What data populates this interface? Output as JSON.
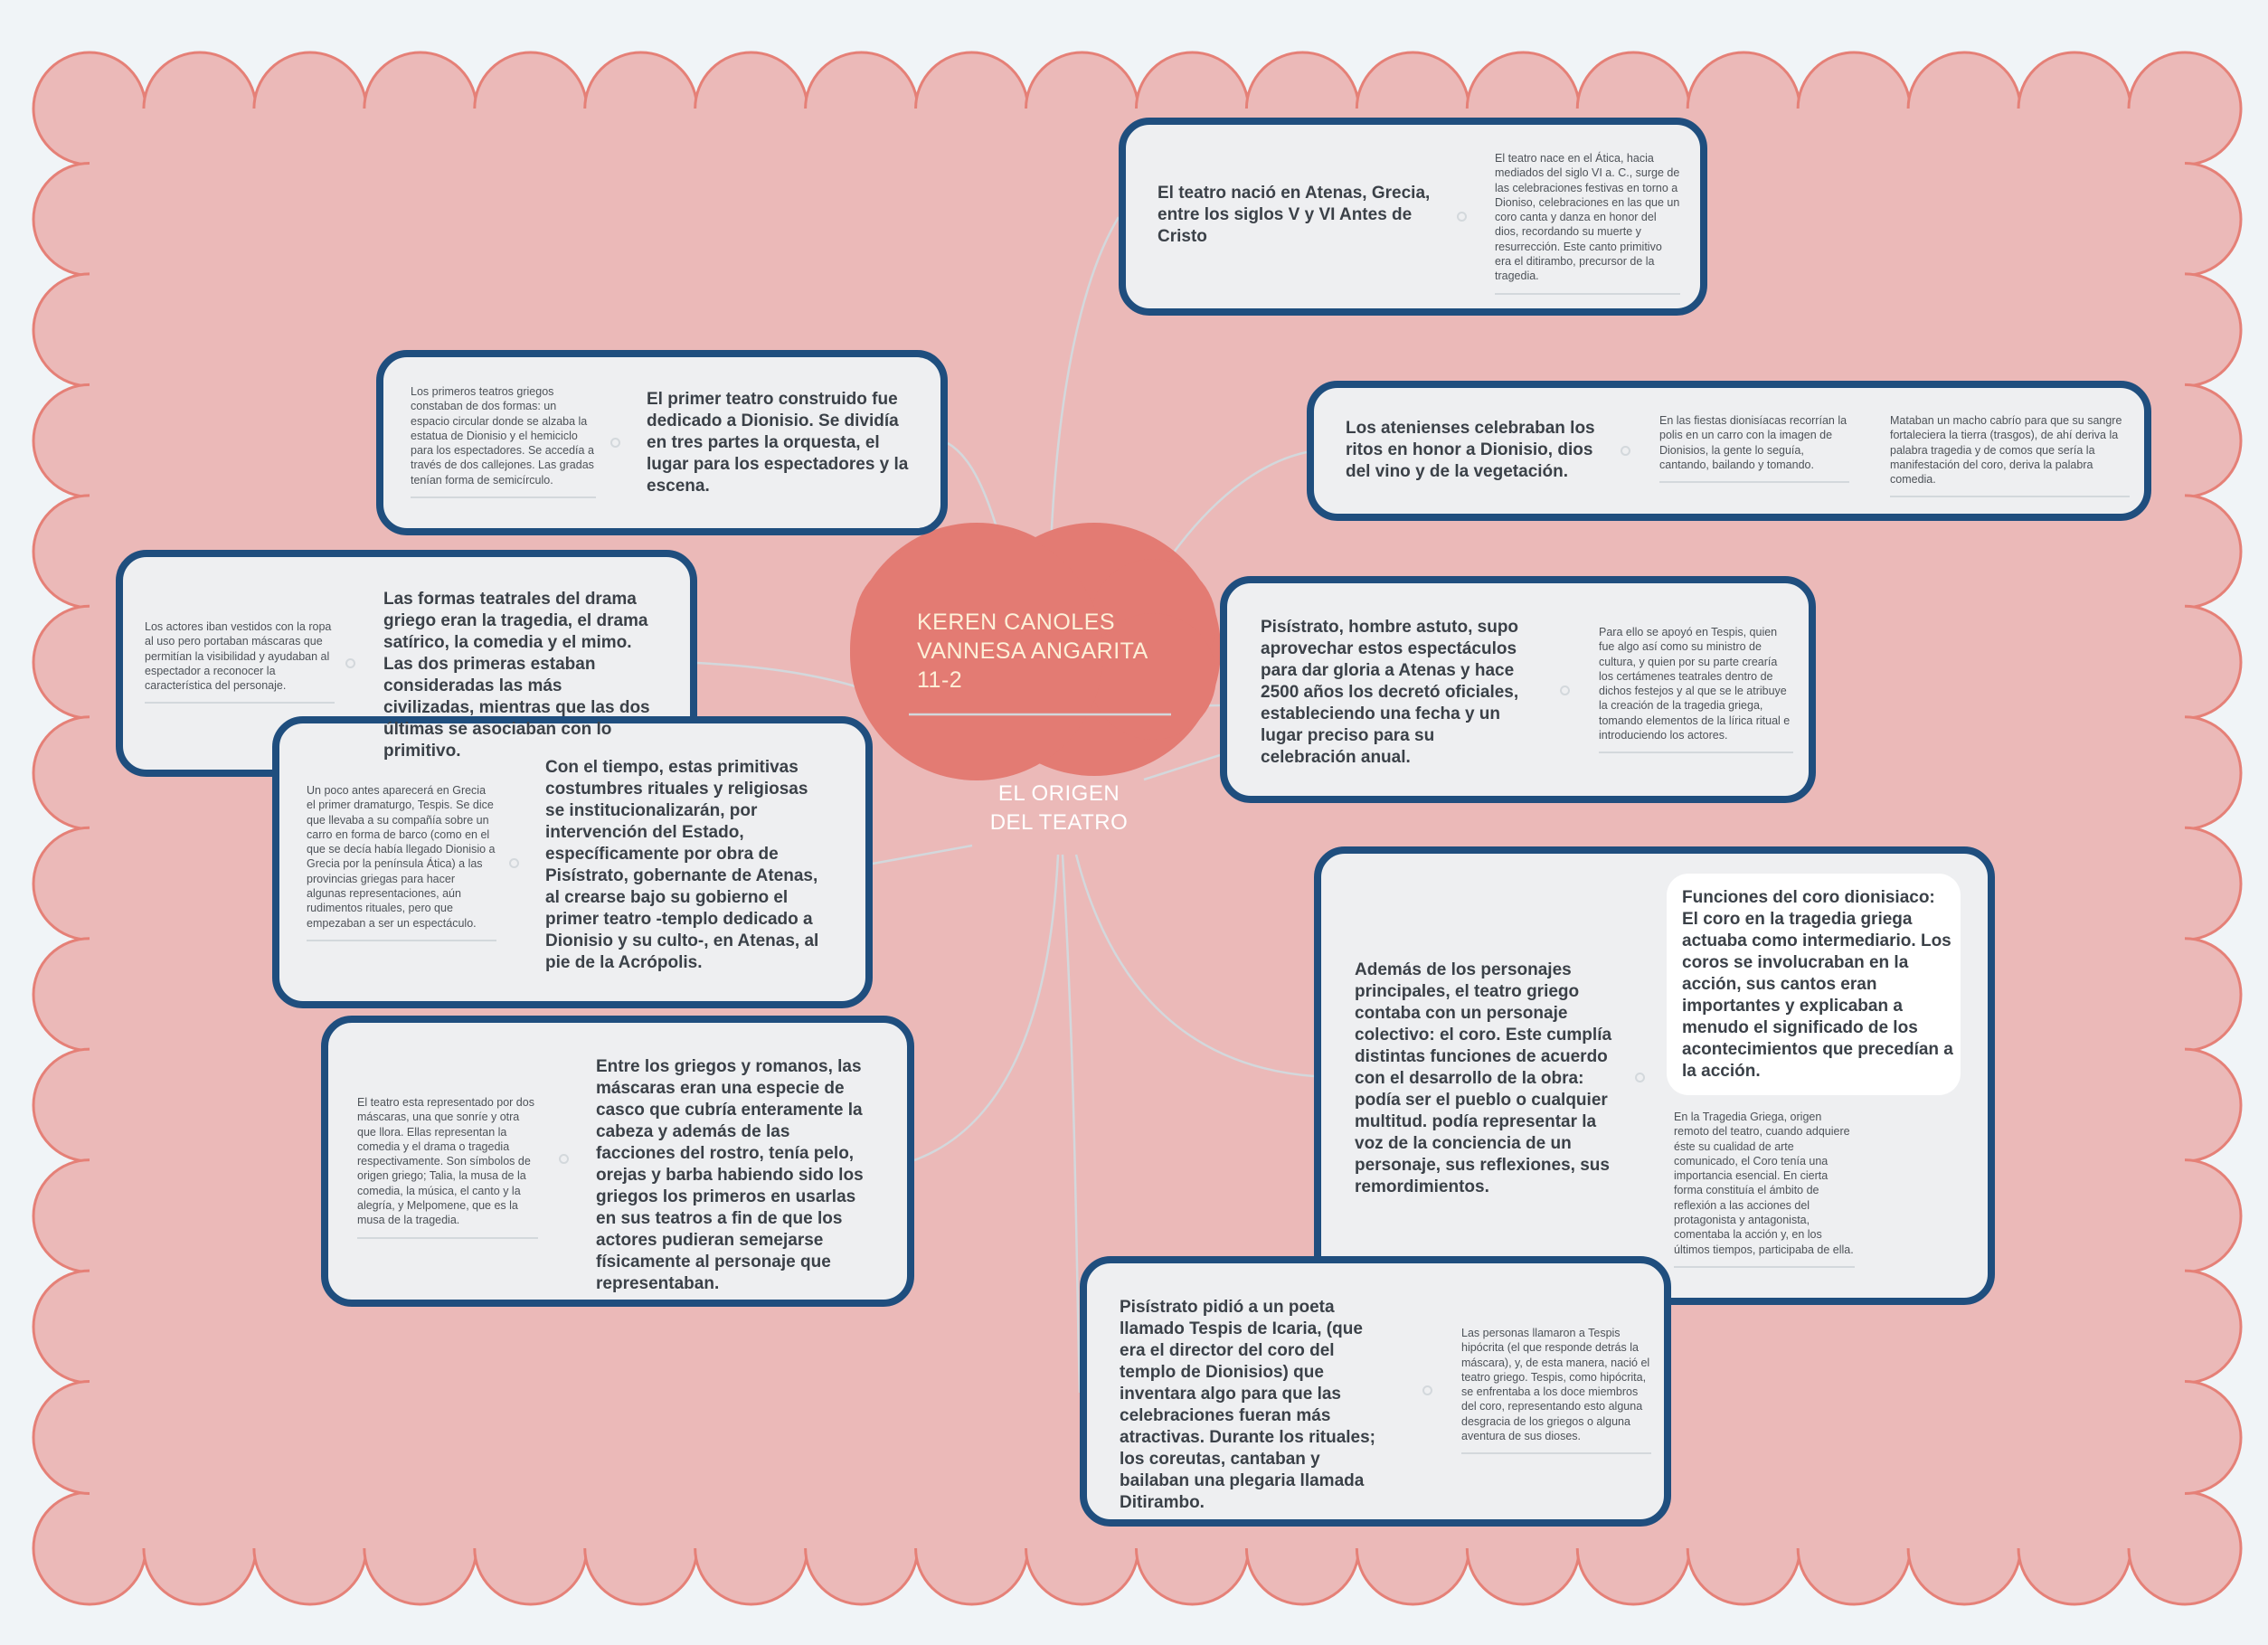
{
  "colors": {
    "page_bg": "#f0f4f7",
    "scallop_fill": "#ebb9b8",
    "scallop_border": "#e58077",
    "cloud": "#e37b73",
    "box_border": "#1f4e7e",
    "box_fill": "#eeeff1"
  },
  "central": {
    "authors": [
      "KEREN CANOLES",
      "VANNESA ANGARITA",
      "11-2"
    ],
    "title": [
      "EL ORIGEN",
      "DEL TEATRO"
    ]
  },
  "topics": [
    {
      "main": "El teatro nació en Atenas, Grecia, entre los siglos V y VI Antes de Cristo",
      "details": [
        "El teatro nace en el Ática, hacia mediados del siglo VI a. C., surge de las celebraciones festivas en torno a Dioniso, celebraciones en las que un coro canta y danza en honor del dios, recordando su muerte y resurrección. Este canto primitivo era el ditirambo, precursor de la tragedia."
      ]
    },
    {
      "main": "El primer teatro construido fue dedicado a Dionisio. Se dividía en tres partes la orquesta, el lugar para los espectadores y la escena.",
      "details": [
        "Los primeros teatros griegos constaban de dos formas: un espacio circular donde se alzaba la estatua de Dionisio y el hemiciclo para los espectadores. Se accedía a través de dos callejones. Las gradas tenían forma de semicírculo."
      ]
    },
    {
      "main": "Los atenienses celebraban los ritos en honor a Dionisio, dios del vino y de la vegetación.",
      "details": [
        "En las fiestas dionisíacas recorrían la polis en un carro con la imagen de Dionisios, la gente lo seguía, cantando, bailando y tomando.",
        "Mataban un macho cabrío para que su sangre fortaleciera la tierra (trasgos), de ahí deriva la palabra tragedia y de comos que sería la manifestación del coro, deriva la palabra comedia."
      ]
    },
    {
      "main": "Las formas teatrales del drama griego eran la tragedia, el drama satírico, la comedia y el mimo. Las dos primeras estaban consideradas las más civilizadas, mientras que las dos últimas se asociaban con lo primitivo.",
      "details": [
        "Los actores iban vestidos con la ropa al uso pero portaban máscaras que permitían la visibilidad y ayudaban al espectador a reconocer la característica del personaje."
      ]
    },
    {
      "main": "Con el tiempo, estas primitivas costumbres rituales y religiosas se institucionalizarán, por intervención del Estado, específicamente por obra de Pisístrato, gobernante de Atenas, al crearse bajo su gobierno el primer teatro -templo dedicado a Dionisio y su culto-, en Atenas, al pie de la Acrópolis.",
      "details": [
        "Un poco antes aparecerá en Grecia el primer dramaturgo, Tespis. Se dice que llevaba a su compañía sobre un carro en forma de barco (como en el que se decía había llegado Dionisio a Grecia por la península Ática) a las provincias griegas para hacer algunas representaciones, aún rudimentos rituales, pero que empezaban a ser un espectáculo."
      ]
    },
    {
      "main": "Pisístrato, hombre astuto, supo aprovechar estos espectáculos para dar gloria a Atenas y hace 2500 años los decretó oficiales, estableciendo una fecha y un lugar preciso para su celebración anual.",
      "details": [
        "Para ello se apoyó en Tespis, quien fue algo así como su ministro de cultura, y quien por su parte crearía los certámenes teatrales dentro de dichos festejos y al que se le atribuye la creación de la tragedia griega, tomando elementos de la lírica ritual e introduciendo los actores."
      ]
    },
    {
      "main": "Entre los griegos y romanos, las máscaras eran una especie de casco que cubría enteramente la cabeza y además de las facciones del rostro, tenía pelo, orejas y barba habiendo sido los griegos los primeros en usarlas en sus teatros a fin de que los actores pudieran semejarse físicamente al personaje que representaban.",
      "details": [
        "El teatro esta representado por dos máscaras, una que sonríe y otra que llora. Ellas representan la comedia y el drama o tragedia respectivamente. Son símbolos de origen griego; Talia, la musa de la comedia, la música, el canto y la alegría, y Melpomene, que es la musa de la tragedia."
      ]
    },
    {
      "main": "Además de los personajes principales, el teatro griego contaba con un personaje colectivo: el coro. Este cumplía distintas funciones de acuerdo con el desarrollo de la obra: podía ser el pueblo o cualquier multitud. podía representar la voz de la conciencia de un personaje, sus reflexiones, sus remordimientos.",
      "details": [
        "Funciones del coro dionisiaco: El coro en la tragedia griega actuaba como intermediario. Los coros se involucraban en la acción, sus cantos eran importantes y explicaban a menudo el significado de los acontecimientos que precedían a la acción.",
        "En la Tragedia Griega, origen remoto del teatro, cuando adquiere éste su cualidad de arte comunicado, el Coro tenía una importancia esencial. En cierta forma constituía el ámbito de reflexión a las acciones del protagonista y antagonista, comentaba la acción y, en los últimos tiempos, participaba de ella."
      ]
    },
    {
      "main": "Pisístrato pidió a un poeta llamado Tespis de Icaria, (que era el director del coro del templo de Dionisios) que inventara algo para que las celebraciones fueran más atractivas. Durante los rituales; los coreutas, cantaban y bailaban una plegaria llamada Ditirambo.",
      "details": [
        "Las personas llamaron a Tespis hipócrita (el que responde detrás la máscara), y, de esta manera, nació el teatro griego. Tespis, como hipócrita, se enfrentaba a los doce miembros del coro, representando esto alguna desgracia de los griegos o alguna aventura de sus dioses."
      ]
    }
  ]
}
